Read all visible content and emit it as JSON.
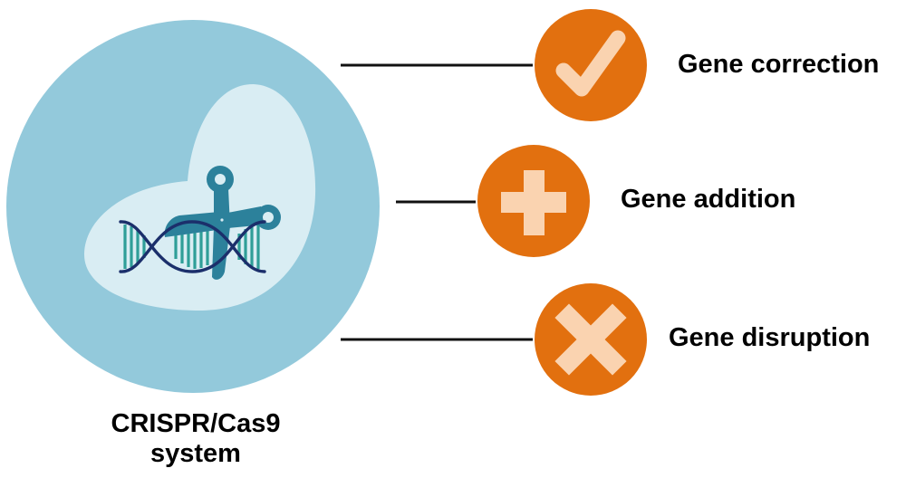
{
  "diagram": {
    "title": "CRISPR/Cas9 applications",
    "system": {
      "label_line1": "CRISPR/Cas9",
      "label_line2": "system",
      "icons": [
        "cell-icon",
        "dna-icon",
        "scissors-icon"
      ]
    },
    "outcomes": [
      {
        "label": "Gene correction",
        "icon": "checkmark-icon"
      },
      {
        "label": "Gene addition",
        "icon": "plus-icon"
      },
      {
        "label": "Gene disruption",
        "icon": "cross-icon"
      }
    ],
    "colors": {
      "outer_circle": "#93c9db",
      "inner_cell": "#d9edf3",
      "scissors": "#2c819b",
      "dna_backbone": "#1b2f6b",
      "dna_rungs": "#2f9e98",
      "outcome_circle": "#e2700f",
      "outcome_symbol": "#fad3b0",
      "connector": "#111111"
    }
  }
}
